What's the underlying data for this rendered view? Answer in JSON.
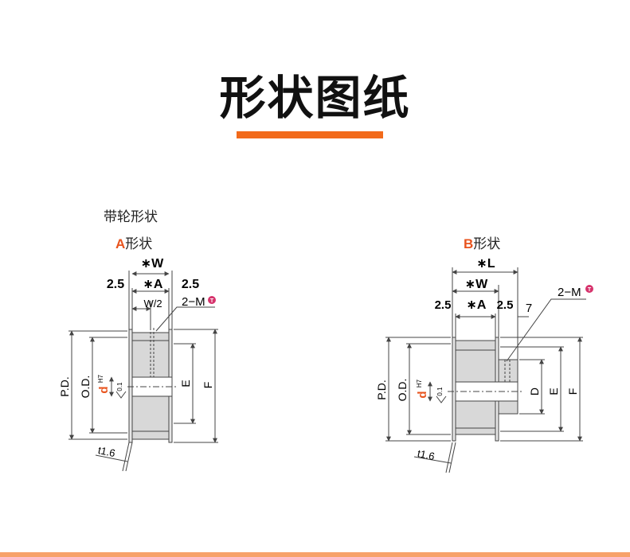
{
  "header": {
    "title": "形状图纸"
  },
  "diagrams": {
    "heading": "带轮形状",
    "a": {
      "letter": "A",
      "suffix": "形状",
      "dims": {
        "w": "∗W",
        "a": "∗A",
        "side_left": "2.5",
        "side_right": "2.5",
        "half_w": "W/2",
        "tap": "2−M",
        "pd": "P.D.",
        "od": "O.D.",
        "d": "d",
        "h7": "H7",
        "tol": "0.1",
        "e": "E",
        "f": "F",
        "t": "t1.6"
      }
    },
    "b": {
      "letter": "B",
      "suffix": "形状",
      "dims": {
        "l": "∗L",
        "w": "∗W",
        "a": "∗A",
        "side_left": "2.5",
        "side_right": "2.5",
        "seven": "7",
        "tap": "2−M",
        "pd": "P.D.",
        "od": "O.D.",
        "d": "d",
        "h7": "H7",
        "tol": "0.1",
        "dd": "D",
        "e": "E",
        "f": "F",
        "t": "t1.6"
      }
    }
  },
  "colors": {
    "accent": "#f26a1b",
    "drawing": "#444444",
    "tap_mark": "#d6336c"
  }
}
